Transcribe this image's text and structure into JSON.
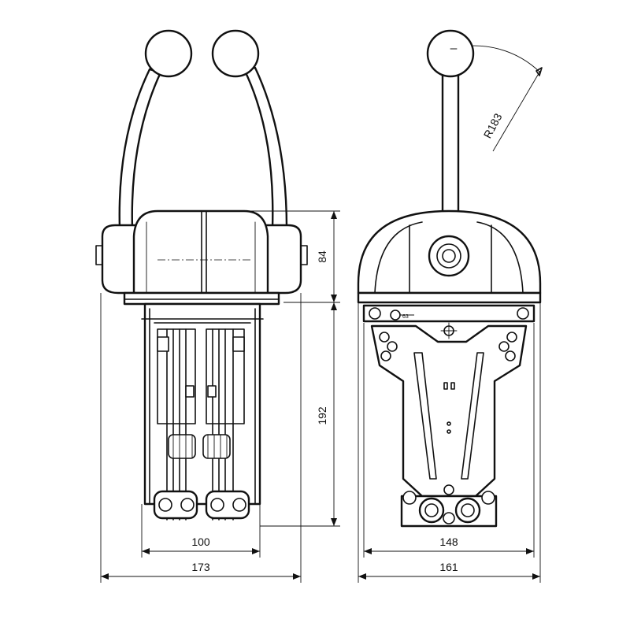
{
  "dimensions": {
    "height_housing": "84",
    "height_body": "192",
    "width_inner_front": "100",
    "width_overall_front": "173",
    "width_inner_side": "148",
    "width_overall_side": "161",
    "lever_radius": "R183"
  },
  "hole_callout": "63"
}
